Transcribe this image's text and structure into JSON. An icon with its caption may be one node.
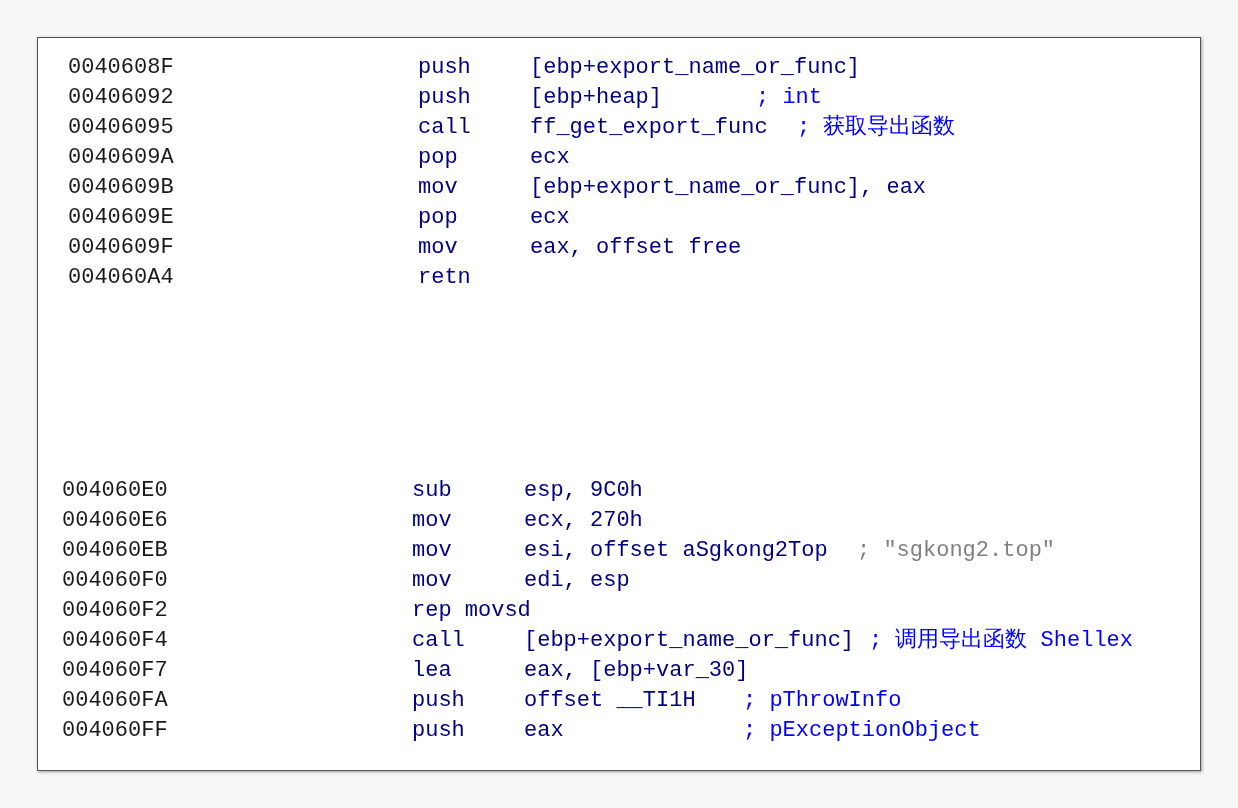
{
  "diagram": {
    "labels": [
      "0040608F",
      "push",
      "[ebp+export_name_or_func]",
      "00406092",
      "push",
      "[ebp+heap]",
      "; int",
      "00406095",
      "call",
      "ff_get_export_func",
      "; 获取导出函数",
      "0040609A",
      "pop",
      "ecx",
      "0040609B",
      "mov",
      "[ebp+export_name_or_func], eax",
      "0040609E",
      "pop",
      "ecx",
      "0040609F",
      "mov",
      "eax, offset free",
      "004060A4",
      "retn",
      "004060E0",
      "sub",
      "esp, 9C0h",
      "004060E6",
      "mov",
      "ecx, 270h",
      "004060EB",
      "mov",
      "esi, offset aSgkong2Top",
      "; \"sgkong2.top\"",
      "004060F0",
      "mov",
      "edi, esp",
      "004060F2",
      "rep movsd",
      "004060F4",
      "call",
      "[ebp+export_name_or_func]",
      "; 调用导出函数 Shellex",
      "004060F7",
      "lea",
      "eax, [ebp+var_30]",
      "004060FA",
      "push",
      "offset __TI1H",
      "; pThrowInfo",
      "004060FF",
      "push",
      "eax",
      "; pExceptionObject"
    ]
  }
}
